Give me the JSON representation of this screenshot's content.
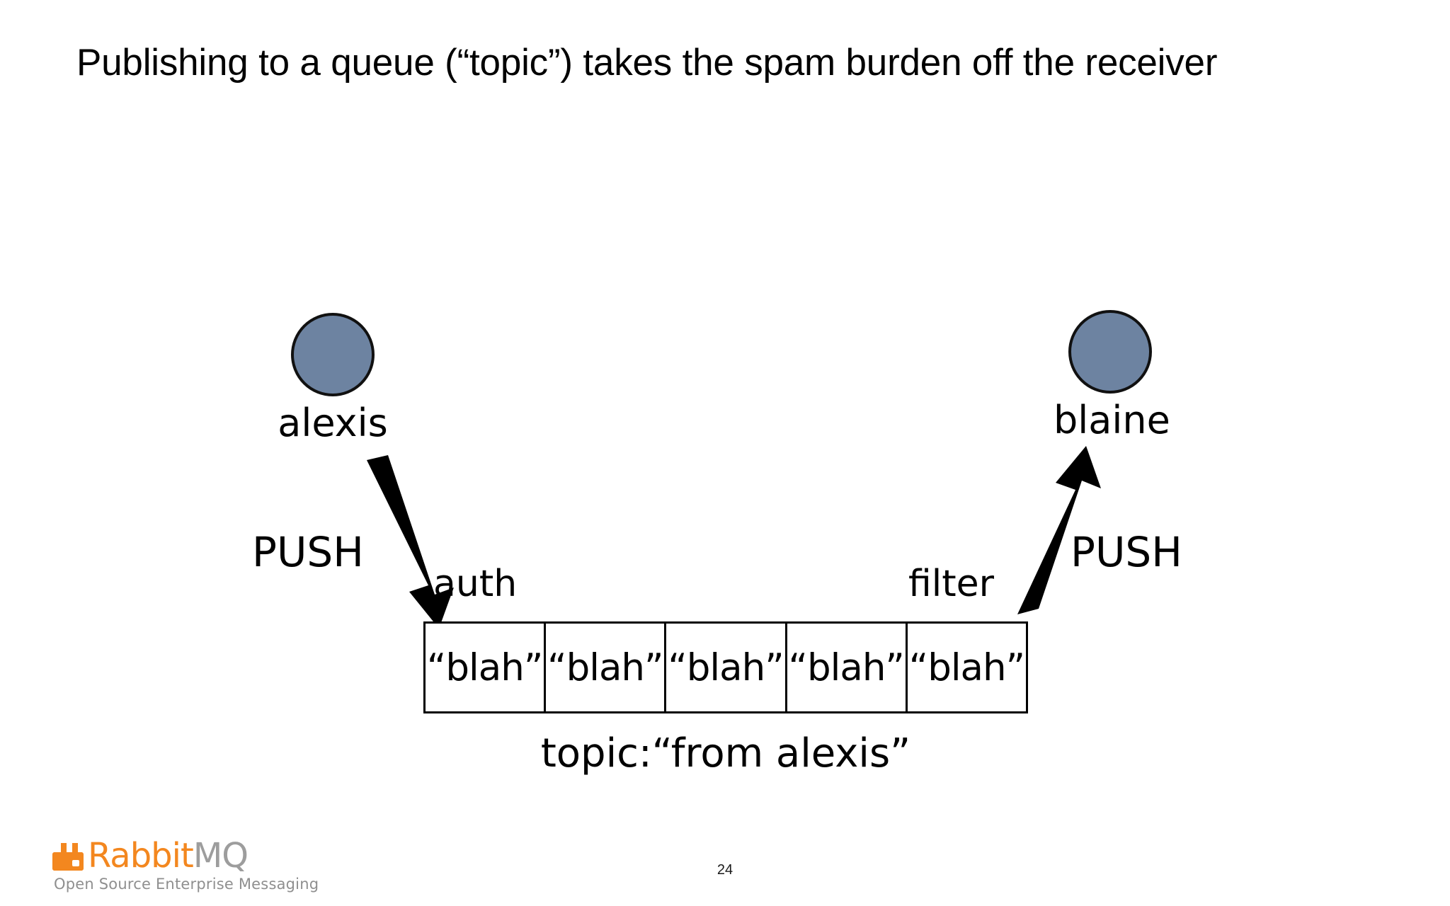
{
  "slide": {
    "title": "Publishing to a queue (“topic”) takes the spam burden off the receiver",
    "page_number": "24",
    "background_color": "#ffffff"
  },
  "actors": [
    {
      "id": "alexis",
      "label": "alexis",
      "avatar_icon": "person-avatar-circle-icon",
      "fill_color": "#6d83a1",
      "stroke_color": "#111111"
    },
    {
      "id": "blaine",
      "label": "blaine",
      "avatar_icon": "person-avatar-circle-icon",
      "fill_color": "#6d83a1",
      "stroke_color": "#111111"
    }
  ],
  "flows": [
    {
      "id": "publish",
      "action_label": "PUSH",
      "stage_label": "auth",
      "direction": "down-right",
      "arrow_icon": "arrow-down-right-icon",
      "color": "#000000"
    },
    {
      "id": "deliver",
      "action_label": "PUSH",
      "stage_label": "filter",
      "direction": "up-right",
      "arrow_icon": "arrow-up-right-icon",
      "color": "#000000"
    }
  ],
  "queue": {
    "caption": "topic:“from alexis”",
    "border_color": "#000000",
    "cells": [
      {
        "text": "“blah”"
      },
      {
        "text": "“blah”"
      },
      {
        "text": "“blah”"
      },
      {
        "text": "“blah”"
      },
      {
        "text": "“blah”"
      }
    ]
  },
  "logo": {
    "mark_icon": "rabbitmq-rabbit-mark-icon",
    "word_primary": "Rabbit",
    "word_secondary": "MQ",
    "tagline": "Open Source Enterprise Messaging",
    "primary_color": "#f3871f",
    "secondary_color": "#9d9d9d",
    "tagline_color": "#8f8f8f"
  }
}
